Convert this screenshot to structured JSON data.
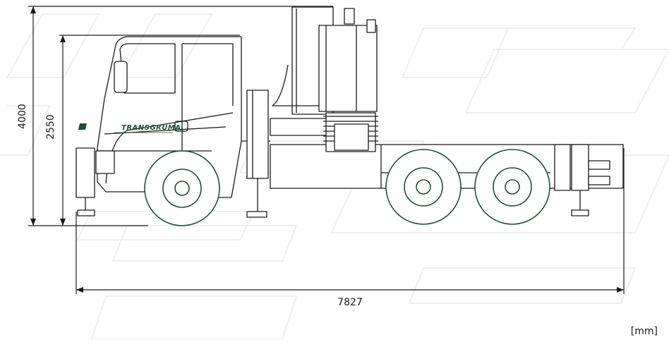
{
  "dimensions": {
    "total_height": "4000",
    "cab_height": "2550",
    "overall_length": "7827",
    "unit": "[mm]"
  },
  "logo": {
    "brand": "TRANSGRUMA"
  },
  "colors": {
    "wheel": "#1f4f36",
    "brand": "#1f4f36",
    "line": "#1a1a1a",
    "watermark": "#f1f1f1"
  }
}
